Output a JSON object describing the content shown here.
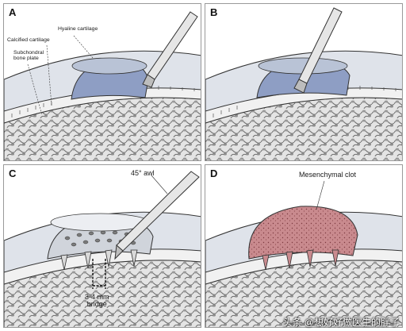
{
  "colors": {
    "cartilage": "#b9c3d6",
    "defect": "#8e9ec4",
    "clot": "#c98a8e",
    "bone": "#d9d9d9",
    "outline": "#2b2b2b"
  },
  "panels": [
    {
      "letter": "A",
      "labels": {
        "hyaline": "Hyaline cartilage",
        "calcified": "Calcified cartilage",
        "subchondral": "Subchondral\nbone plate"
      }
    },
    {
      "letter": "B"
    },
    {
      "letter": "C",
      "labels": {
        "awl": "45° awl",
        "bridge": "3-4 mm\nbridge"
      }
    },
    {
      "letter": "D",
      "labels": {
        "clot": "Mesenchymal clot"
      }
    }
  ],
  "watermark": "头条 @想好好做医生的胖子"
}
